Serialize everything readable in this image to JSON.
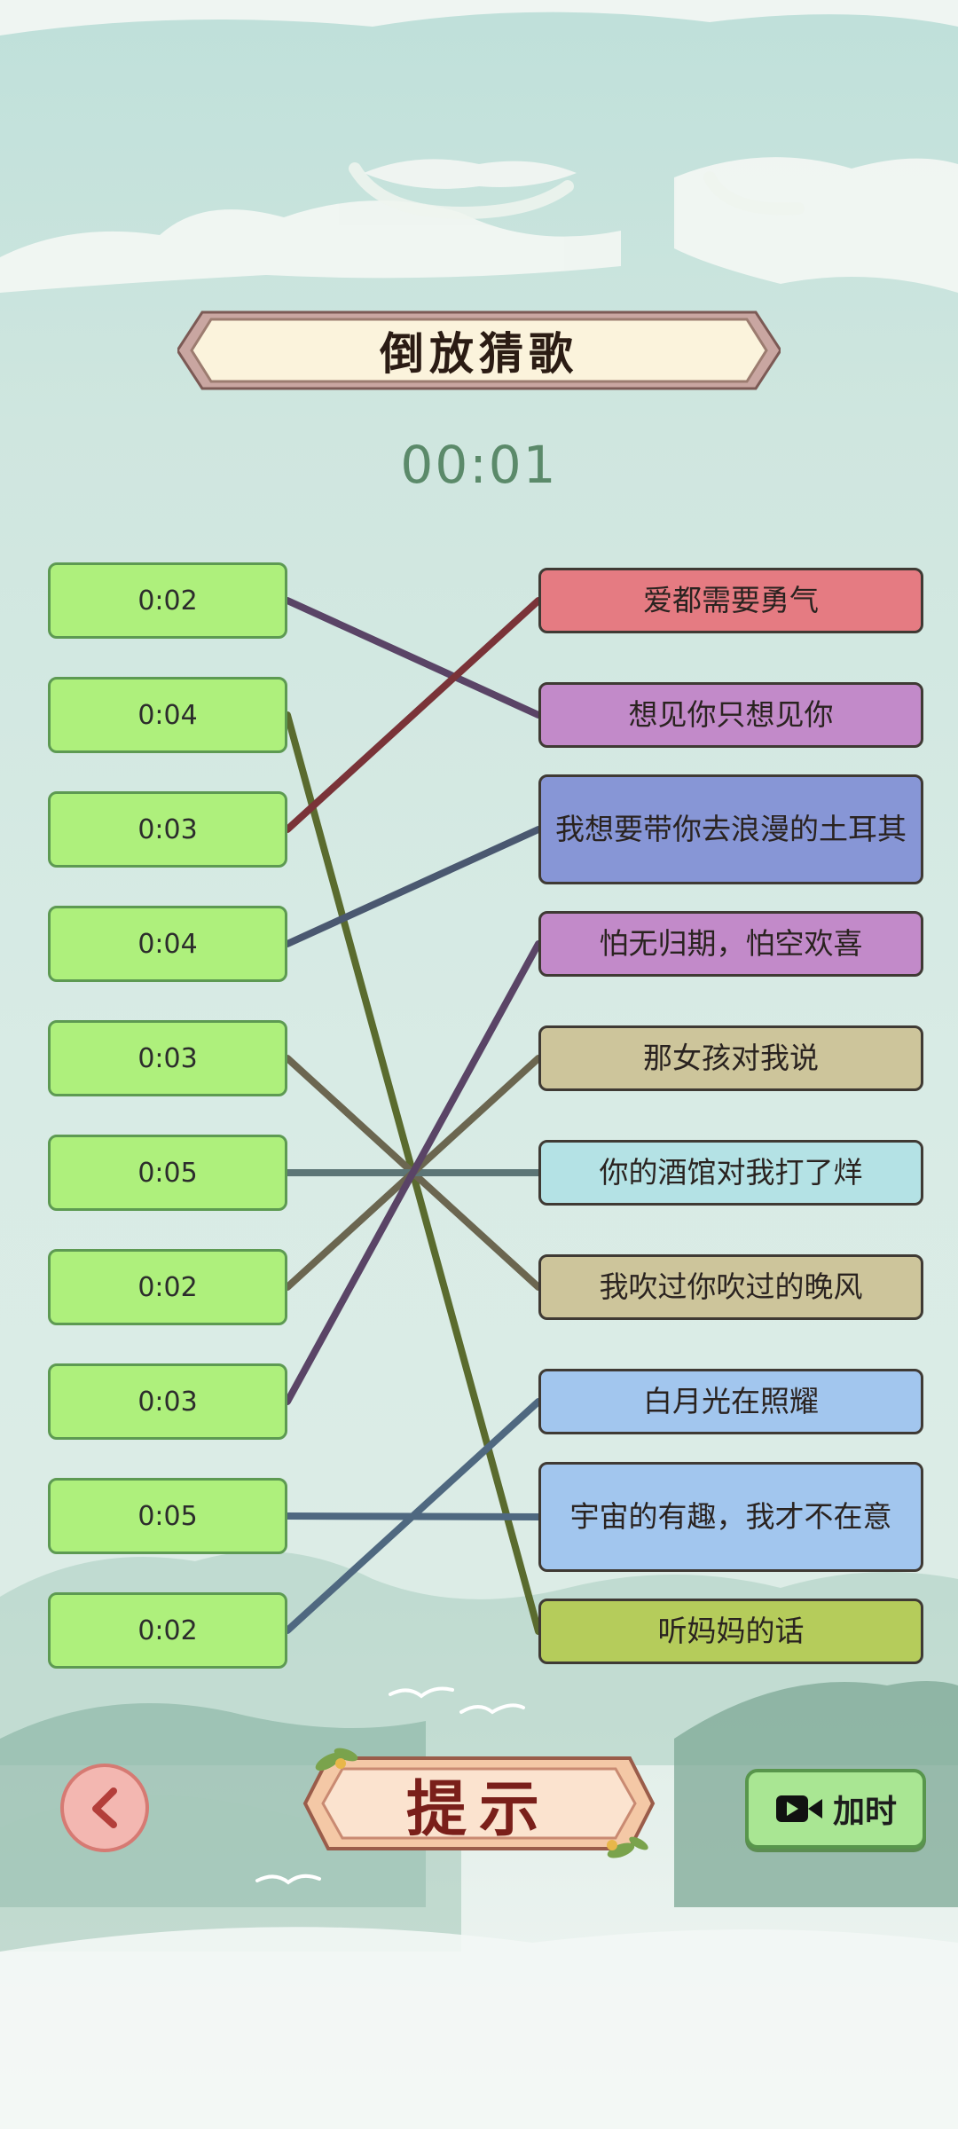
{
  "title": "倒放猜歌",
  "timer": "00:01",
  "times": [
    "0:02",
    "0:04",
    "0:03",
    "0:04",
    "0:03",
    "0:05",
    "0:02",
    "0:03",
    "0:05",
    "0:02"
  ],
  "songs": [
    {
      "text": "爱都需要勇气",
      "color": "#e57b82"
    },
    {
      "text": "想见你只想见你",
      "color": "#c28ac9"
    },
    {
      "text": "我想要带你去浪漫的土耳其",
      "color": "#8796d6"
    },
    {
      "text": "怕无归期，怕空欢喜",
      "color": "#c28ac9"
    },
    {
      "text": "那女孩对我说",
      "color": "#cdc59b"
    },
    {
      "text": "你的酒馆对我打了烊",
      "color": "#b4e2e5"
    },
    {
      "text": "我吹过你吹过的晚风",
      "color": "#cdc59b"
    },
    {
      "text": "白月光在照耀",
      "color": "#a2c6ee"
    },
    {
      "text": "宇宙的有趣，我才不在意",
      "color": "#a2c6ee"
    },
    {
      "text": "听妈妈的话",
      "color": "#b5cc5b"
    }
  ],
  "links": [
    {
      "from": 0,
      "to": 1,
      "color": "#5a4466"
    },
    {
      "from": 1,
      "to": 9,
      "color": "#5a6b2e"
    },
    {
      "from": 2,
      "to": 0,
      "color": "#7a3338"
    },
    {
      "from": 3,
      "to": 2,
      "color": "#4a5870"
    },
    {
      "from": 4,
      "to": 6,
      "color": "#6b6650"
    },
    {
      "from": 5,
      "to": 5,
      "color": "#5c7576"
    },
    {
      "from": 6,
      "to": 4,
      "color": "#6b6650"
    },
    {
      "from": 7,
      "to": 3,
      "color": "#5a4466"
    },
    {
      "from": 8,
      "to": 8,
      "color": "#4f6880"
    },
    {
      "from": 9,
      "to": 7,
      "color": "#4f6880"
    }
  ],
  "buttons": {
    "hint": "提示",
    "add_time": "加时",
    "back_icon": "chevron-left-icon",
    "video_icon": "video-camera-icon"
  }
}
